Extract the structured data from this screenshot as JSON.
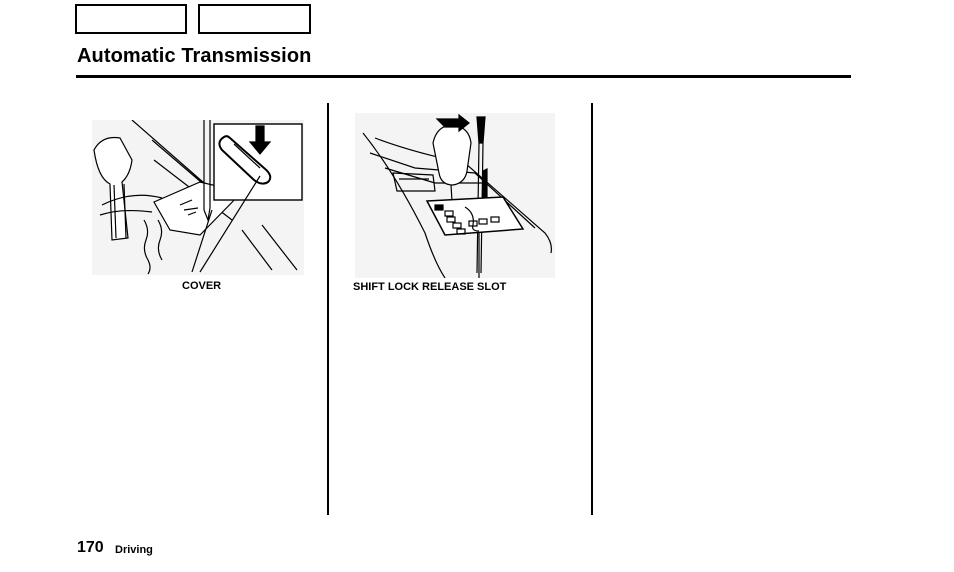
{
  "header": {
    "nav_buttons": [
      "",
      ""
    ],
    "title": "Automatic Transmission"
  },
  "figures": [
    {
      "caption": "COVER"
    },
    {
      "caption": "SHIFT LOCK RELEASE SLOT"
    }
  ],
  "footer": {
    "page_number": "170",
    "section": "Driving"
  }
}
